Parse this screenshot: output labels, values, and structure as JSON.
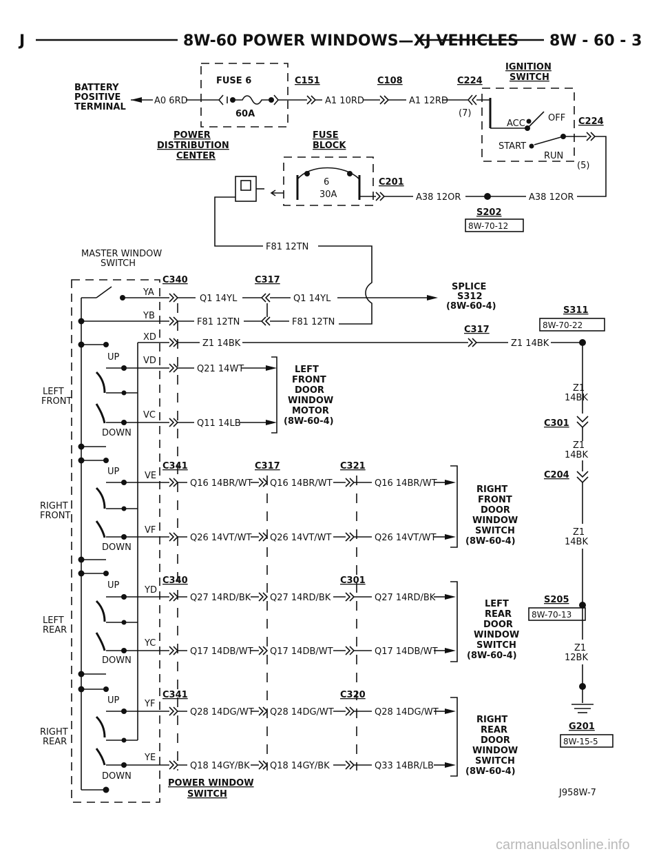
{
  "header": {
    "left": "J",
    "title": "8W-60 POWER WINDOWS—XJ VEHICLES",
    "right": "8W - 60 - 3"
  },
  "power": {
    "battery": [
      "BATTERY",
      "POSITIVE",
      "TERMINAL"
    ],
    "a0_wire": "A0 6RD",
    "fuse6_label": "FUSE 6",
    "fuse6_rating": "60A",
    "pdc": [
      "POWER",
      "DISTRIBUTION",
      "CENTER"
    ],
    "c151": "C151",
    "a1_10rd": "A1 10RD",
    "c108": "C108",
    "a1_12rd": "A1 12RD",
    "c224_top": "C224",
    "pin7": "(7)",
    "ignition": [
      "IGNITION",
      "SWITCH"
    ],
    "acc": "ACC",
    "off": "OFF",
    "start": "START",
    "run": "RUN",
    "c224_right": "C224",
    "pin5": "(5)",
    "fuse_block": [
      "FUSE",
      "BLOCK"
    ],
    "cb_num": "6",
    "cb_rating": "30A",
    "c201": "C201",
    "a38_left": "A38 12OR",
    "a38_right": "A38 12OR",
    "s202": "S202",
    "s202_ref": "8W-70-12",
    "f81_top": "F81 12TN"
  },
  "master_switch": {
    "title": [
      "MASTER WINDOW",
      "SWITCH"
    ],
    "bottom": [
      "POWER WINDOW",
      "SWITCH"
    ],
    "c340_top": "C340",
    "c317_top": "C317",
    "pins": {
      "ya": "YA",
      "yb": "YB",
      "xd": "XD",
      "vd": "VD",
      "vc": "VC",
      "ve": "VE",
      "vf": "VF",
      "yd": "YD",
      "yc": "YC",
      "yf": "YF",
      "ye": "YE"
    },
    "up": "UP",
    "down": "DOWN",
    "groups": {
      "lf": [
        "LEFT",
        "FRONT"
      ],
      "rf": [
        "RIGHT",
        "FRONT"
      ],
      "lr": [
        "LEFT",
        "REAR"
      ],
      "rr": [
        "RIGHT",
        "REAR"
      ]
    }
  },
  "circuits": {
    "q1_a": "Q1 14YL",
    "q1_b": "Q1 14YL",
    "f81_a": "F81 12TN",
    "f81_b": "F81 12TN",
    "splice": [
      "SPLICE",
      "S312",
      "(8W-60-4)"
    ],
    "c317_mid": "C317",
    "z1_a": "Z1 14BK",
    "z1_b": "Z1 14BK",
    "q21": "Q21 14WT",
    "q11": "Q11 14LB",
    "lf_motor": [
      "LEFT",
      "FRONT",
      "DOOR",
      "WINDOW",
      "MOTOR",
      "(8W-60-4)"
    ],
    "c341_a": "C341",
    "c317_b": "C317",
    "c321": "C321",
    "q16_a": "Q16 14BR/WT",
    "q16_b": "Q16 14BR/WT",
    "q16_c": "Q16 14BR/WT",
    "q26_a": "Q26 14VT/WT",
    "q26_b": "Q26 14VT/WT",
    "q26_c": "Q26 14VT/WT",
    "rf_switch": [
      "RIGHT",
      "FRONT",
      "DOOR",
      "WINDOW",
      "SWITCH",
      "(8W-60-4)"
    ],
    "c340_b": "C340",
    "c301_b": "C301",
    "q27_a": "Q27 14RD/BK",
    "q27_b": "Q27 14RD/BK",
    "q27_c": "Q27 14RD/BK",
    "q17_a": "Q17 14DB/WT",
    "q17_b": "Q17 14DB/WT",
    "q17_c": "Q17 14DB/WT",
    "lr_switch": [
      "LEFT",
      "REAR",
      "DOOR",
      "WINDOW",
      "SWITCH",
      "(8W-60-4)"
    ],
    "c341_b": "C341",
    "c320": "C320",
    "q28_a": "Q28 14DG/WT",
    "q28_b": "Q28 14DG/WT",
    "q28_c": "Q28 14DG/WT",
    "q18_a": "Q18 14GY/BK",
    "q18_b": "Q18 14GY/BK",
    "q33": "Q33 14BR/LB",
    "rr_switch": [
      "RIGHT",
      "REAR",
      "DOOR",
      "WINDOW",
      "SWITCH",
      "(8W-60-4)"
    ]
  },
  "ground": {
    "s311": "S311",
    "s311_ref": "8W-70-22",
    "z1_1": [
      "Z1",
      "14BK"
    ],
    "c301": "C301",
    "z1_2": [
      "Z1",
      "14BK"
    ],
    "c204": "C204",
    "z1_3": [
      "Z1",
      "14BK"
    ],
    "s205": "S205",
    "s205_ref": "8W-70-13",
    "z1_4": [
      "Z1",
      "12BK"
    ],
    "g201": "G201",
    "g201_ref": "8W-15-5"
  },
  "figure_id": "J958W-7",
  "watermark": "carmanualsonline.info"
}
